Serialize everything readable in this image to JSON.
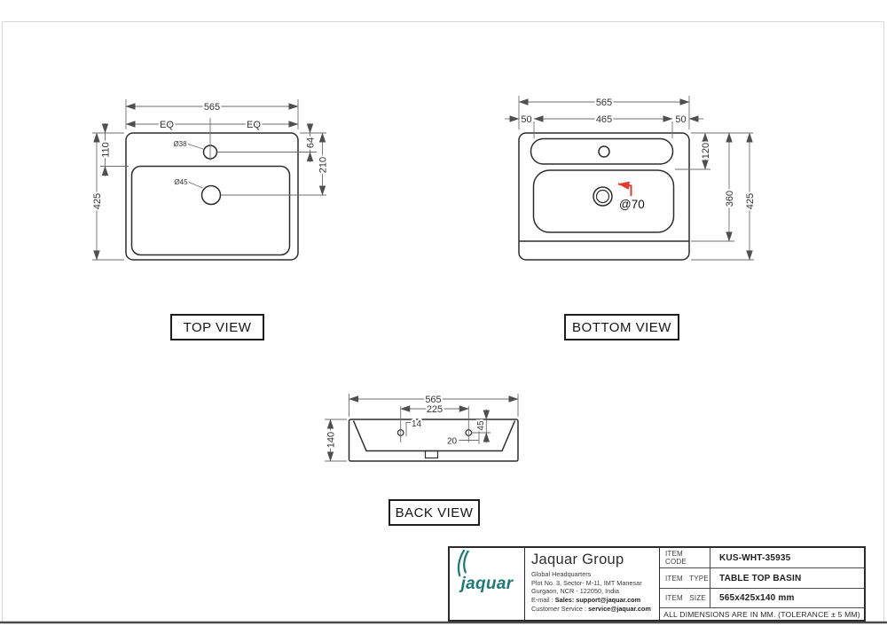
{
  "views": {
    "top": {
      "title": "TOP VIEW",
      "dims": {
        "width": "565",
        "eq_left": "EQ",
        "eq_right": "EQ",
        "height": "425",
        "basin_top_offset": "110",
        "faucet_offset": "64",
        "drain_offset": "210"
      },
      "labels": {
        "faucet_dia": "Ø38",
        "drain_dia": "Ø45"
      }
    },
    "bottom": {
      "title": "BOTTOM VIEW",
      "dims": {
        "width": "565",
        "margin_left": "50",
        "rim_width": "465",
        "margin_right": "50",
        "rim_depth": "120",
        "bowl_depth": "360",
        "height": "425"
      },
      "labels": {
        "drain_note": "@70"
      }
    },
    "back": {
      "title": "BACK VIEW",
      "dims": {
        "width": "565",
        "hole_spacing": "225",
        "hole_label": "14",
        "hole_offset": "20",
        "hole_height": "45",
        "height": "140"
      }
    }
  },
  "title_block": {
    "logo_text": "jaquar",
    "company": "Jaquar Group",
    "hq": "Global Headquarters",
    "address_line1": "Plot No. 3, Sector- M-11, IMT Manesar",
    "address_line2": "Gurgaon, NCR - 122050, India",
    "email_prefix": "E-mail : ",
    "email_bold": "Sales: support@jaquar.com",
    "service_prefix": "Customer Service : ",
    "service_bold": "service@jaquar.com",
    "items": [
      {
        "label": "ITEM CODE",
        "value": "KUS-WHT-35935"
      },
      {
        "label": "ITEM TYPE",
        "value": "TABLE TOP BASIN"
      },
      {
        "label": "ITEM SIZE",
        "value": "565x425x140 mm"
      }
    ],
    "note": "ALL DIMENSIONS ARE IN MM. (TOLERANCE ± 5 MM)"
  },
  "colors": {
    "brand_teal": "#1d7a75",
    "annotation_red": "#e23b2e"
  }
}
